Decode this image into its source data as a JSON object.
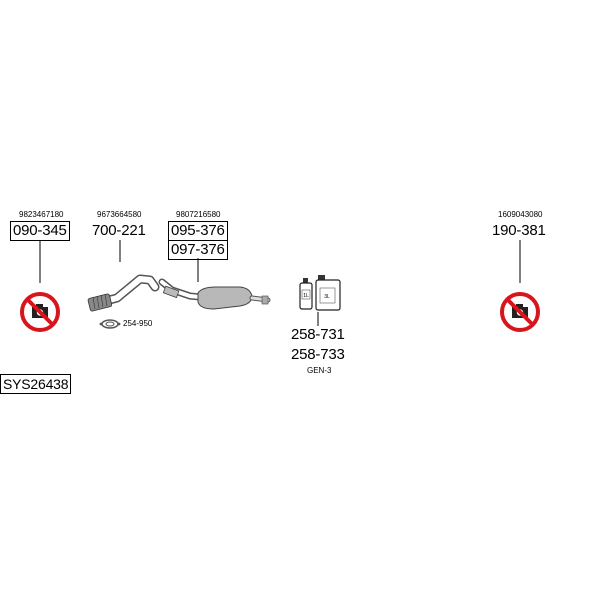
{
  "parts": [
    {
      "ref": "9823467180",
      "code": "090-345",
      "boxed": true,
      "no_photo": true
    },
    {
      "ref": "9673664580",
      "code": "700-221",
      "boxed": false
    },
    {
      "ref": "9807216580",
      "code": "095-376",
      "code2": "097-376",
      "boxed": true
    },
    {
      "ref": "1609043080",
      "code": "190-381",
      "boxed": false,
      "no_photo": true
    }
  ],
  "gasket": {
    "code": "254-950"
  },
  "fluids": {
    "code1": "258-731",
    "code2": "258-733",
    "sub": "GEN-3",
    "can1_label": "1L",
    "can2_label": "3L"
  },
  "system_id": "SYS26438",
  "icons": [
    "no-photo-icon",
    "flex-pipe",
    "gasket-ring",
    "muffler",
    "fluid-bottle",
    "fluid-canister"
  ]
}
